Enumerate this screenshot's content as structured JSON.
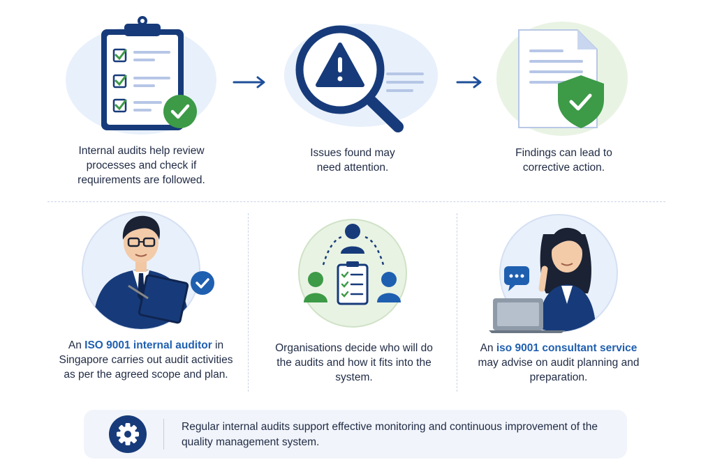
{
  "steps": [
    {
      "text": "Internal audits help review processes and check if requirements are followed."
    },
    {
      "text": "Issues found may need attention."
    },
    {
      "text": "Findings can lead to corrective action."
    }
  ],
  "roles": [
    {
      "pre": "An ",
      "highlight": "ISO 9001 internal auditor",
      "post": " in Singapore carries out audit activities as per the agreed scope and plan."
    },
    {
      "text": "Organisations decide who will do the audits and how it fits into the system."
    },
    {
      "pre": "An ",
      "highlight": "iso 9001 consultant service",
      "post": " may advise on audit planning and preparation."
    }
  ],
  "footer": {
    "text": "Regular internal audits support effective monitoring and continuous improvement of the quality management system."
  },
  "icons": {
    "step1": "clipboard-checklist-icon",
    "step2": "magnifier-warning-icon",
    "step3": "document-shield-icon",
    "role1": "auditor-man-icon",
    "role2": "team-checklist-icon",
    "role3": "consultant-woman-icon",
    "footer": "gear-icon"
  },
  "colors": {
    "navy": "#173b7a",
    "blue_highlight": "#1f5fb0",
    "green": "#3d9a47",
    "light_blue_bg": "#e8f0fb",
    "light_green_bg": "#e9f3e4"
  }
}
